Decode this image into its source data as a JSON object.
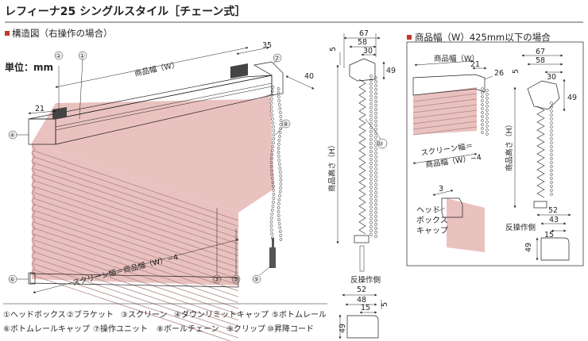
{
  "title": "レフィーナ25 シングルスタイル［チェーン式］",
  "section_main": "構造図（右操作の場合）",
  "unit_label": "単位：mm",
  "section_small": "商品幅（W）425mm以下の場合",
  "dims": {
    "d35": "35",
    "d40": "40",
    "d21": "21",
    "d21b": "21",
    "d26": "26",
    "d5": "5",
    "d67": "67",
    "d58": "58",
    "d30": "30",
    "d49": "49",
    "d52": "52",
    "d48": "48",
    "d15": "15",
    "d5b": "5",
    "d67b": "67",
    "d58b": "58",
    "d30b": "30",
    "d49b": "49",
    "d52b": "52",
    "d43b": "43",
    "d15b": "15",
    "d5c": "5",
    "d49c": "49",
    "d3": "3"
  },
  "labels": {
    "width_main": "商品幅（W）",
    "screen_main": "スクリーン幅＝商品幅（W）−4",
    "height_side": "商品高さ（H）",
    "reverse_mid": "反操作側",
    "width_small": "商品幅（W）",
    "screen_small_1": "スクリーン幅＝",
    "screen_small_2": "商品幅（W）−4",
    "height_small": "商品高さ（H）",
    "head_cap_1": "ヘッド",
    "head_cap_2": "ボックス",
    "head_cap_3": "キャップ",
    "reverse_right": "反操作側"
  },
  "callouts": [
    "①",
    "②",
    "③",
    "④",
    "⑤",
    "⑥",
    "⑦",
    "⑧",
    "⑨",
    "⑩"
  ],
  "legend": [
    "①ヘッドボックス",
    "②ブラケット",
    "③スクリーン",
    "④ダウンリミットキャップ",
    "⑤ボトムレール",
    "⑥ボトムレールキャップ",
    "⑦操作ユニット",
    "⑧ボールチェーン",
    "⑨クリップ",
    "⑩昇降コード"
  ],
  "colors": {
    "screen": "#e9c2c0",
    "pleat": "#b08585",
    "rail": "#f2f2f2",
    "frame": "#231f20"
  }
}
